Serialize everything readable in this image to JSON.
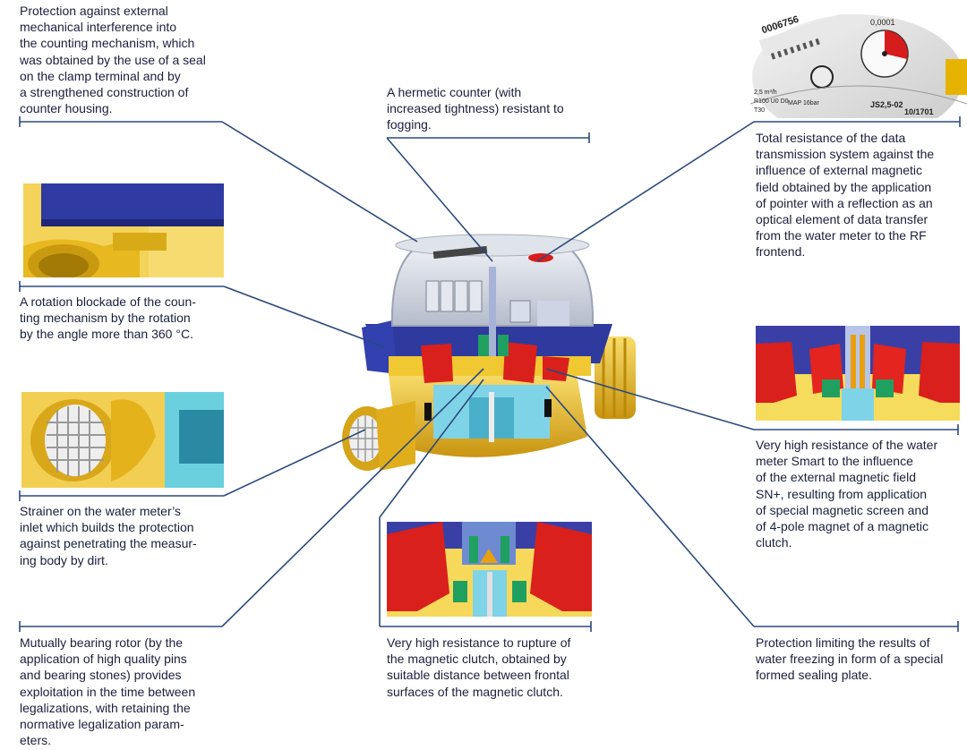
{
  "callouts": {
    "top_left": "Protection against external\nmechanical interference into\nthe counting mechanism, which\nwas obtained by the use of a seal\non the clamp terminal and by\na strengthened construction of\ncounter housing.",
    "top_center": "A hermetic counter (with\nincreased tightness) resistant to\nfogging.",
    "top_right": "Total resistance of the data\ntransmission system against the\ninfluence of external magnetic\nfield obtained by the application\nof pointer with a reflection as an\noptical element of data transfer\nfrom the water meter to the RF\nfrontend.",
    "mid_left": "A rotation blockade of the coun-\nting mechanism by the rotation\nby the angle more than 360 °C.",
    "mid_right": "Very high resistance of the water\nmeter Smart to the influence\nof the external magnetic field\nSN+, resulting from application\nof special magnetic screen and\nof 4-pole magnet of a magnetic\nclutch.",
    "lower_left": "Strainer on the water meter’s\ninlet which builds the protection\nagainst penetrating the measur-\ning body by dirt.",
    "bottom_left": "Mutually bearing rotor (by the\napplication of high quality pins\nand bearing stones) provides\nexploitation in the time between\nlegalizations, with retaining the\nnormative legalization param-\neters.",
    "bottom_center": "Very high resistance to rupture of\nthe magnetic clutch, obtained by\nsuitable distance between frontal\nsurfaces of the magnetic clutch.",
    "bottom_right": "Protection limiting the results of\nwater freezing in form of a special\nformed sealing plate."
  },
  "dial": {
    "serial": "0006756",
    "reading": "0,0001",
    "marking1": "2,5 m³/h",
    "marking2": "R100 U0 D0",
    "marking3": "T30",
    "marking4": "MAP 16bar",
    "marking5": "JS2,5-02",
    "marking6": "10/1701"
  },
  "colors": {
    "text": "#1b1f3b",
    "leader_line": "#2a4a7c",
    "housing_yellow": "#f2c230",
    "housing_blue": "#2e3a9e",
    "magnet_red": "#d8201c",
    "cavity_cyan": "#7fd3e6"
  }
}
